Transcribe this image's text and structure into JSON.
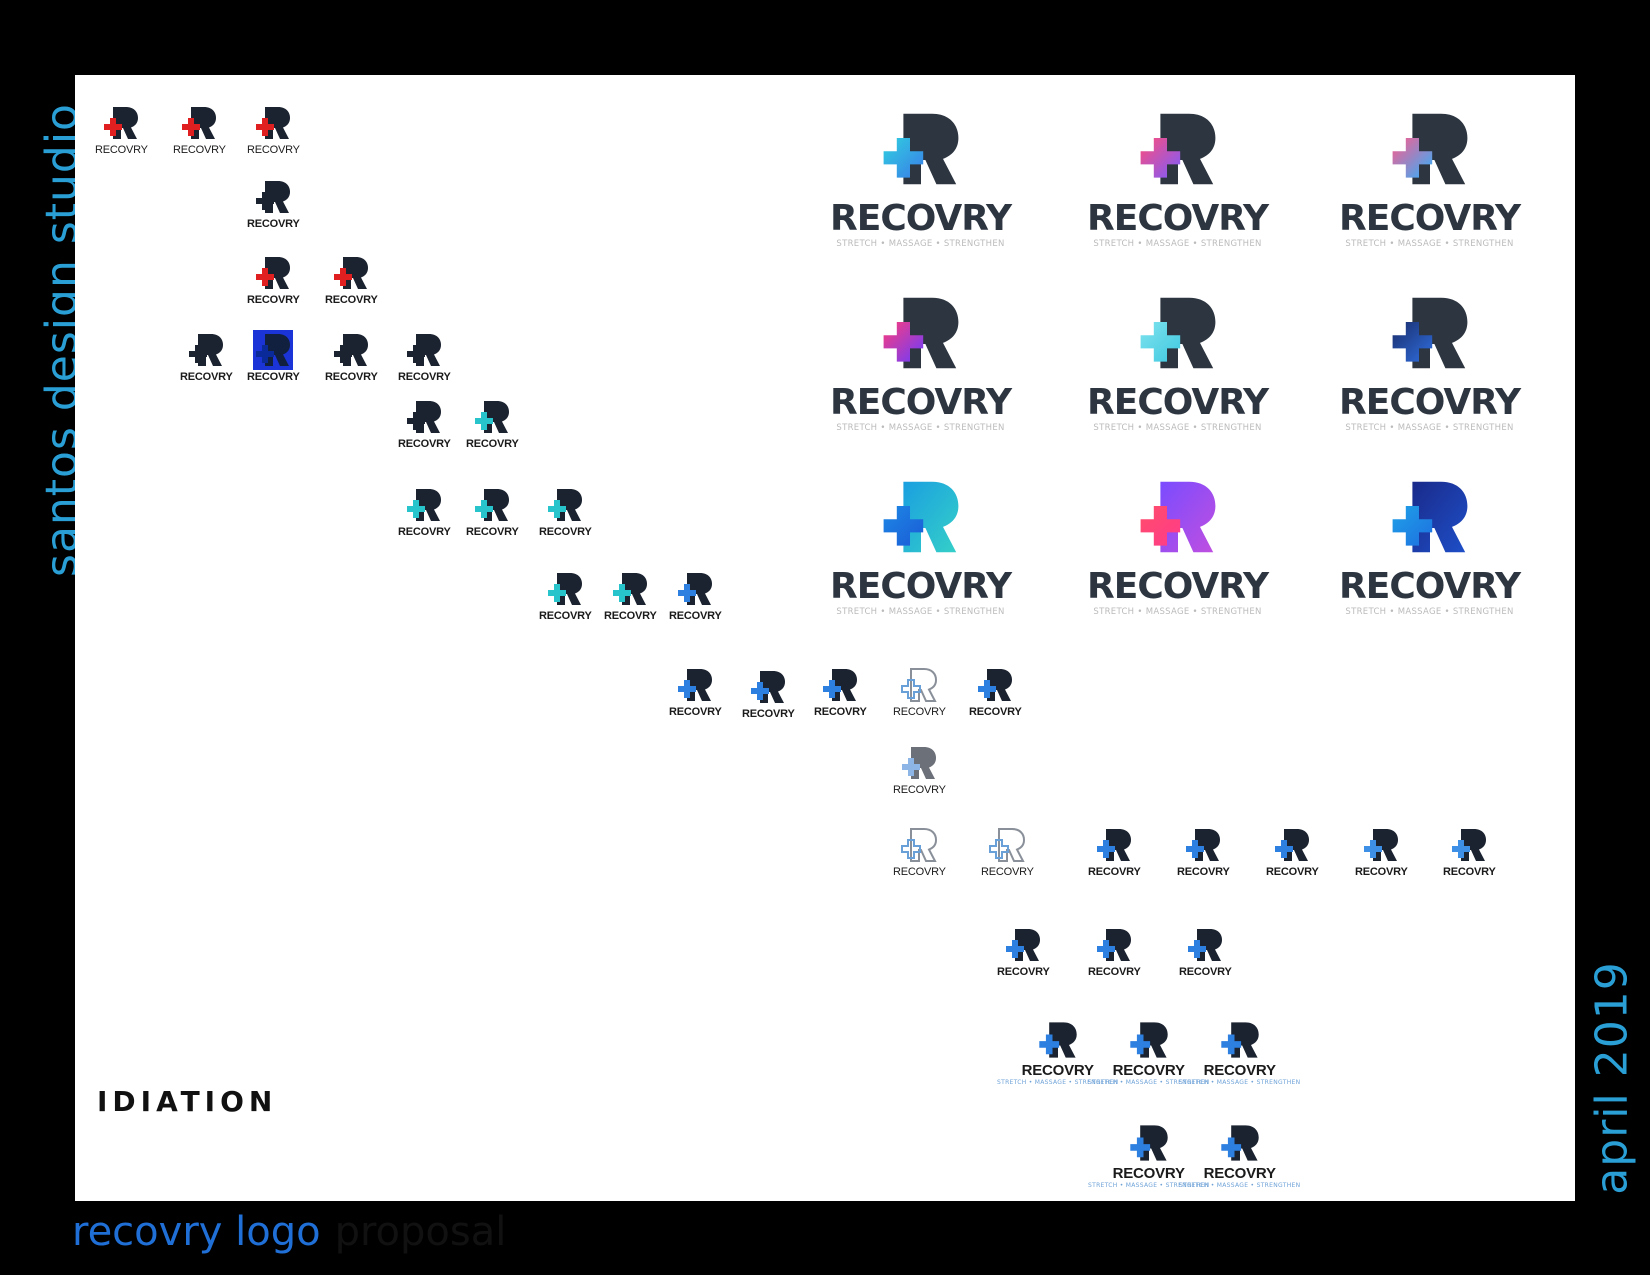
{
  "sidebar_left": {
    "text": "santos design studio"
  },
  "sidebar_right": {
    "text": "april 2019"
  },
  "footer": {
    "title": "recovry logo",
    "subtitle": "proposal"
  },
  "board": {
    "section_label": "IDIATION"
  },
  "logo_word": "RECOVRY",
  "tagline": "STRETCH • MASSAGE • STRENGTHEN",
  "colors": {
    "background": "#000000",
    "board": "#ffffff",
    "accent_blue": "#2a9fd6",
    "navy": "#1b2330",
    "red": "#e02020",
    "teal": "#27c4cc",
    "blue": "#2d7fe0"
  },
  "icons": [
    "plus-r-monogram-icon"
  ]
}
